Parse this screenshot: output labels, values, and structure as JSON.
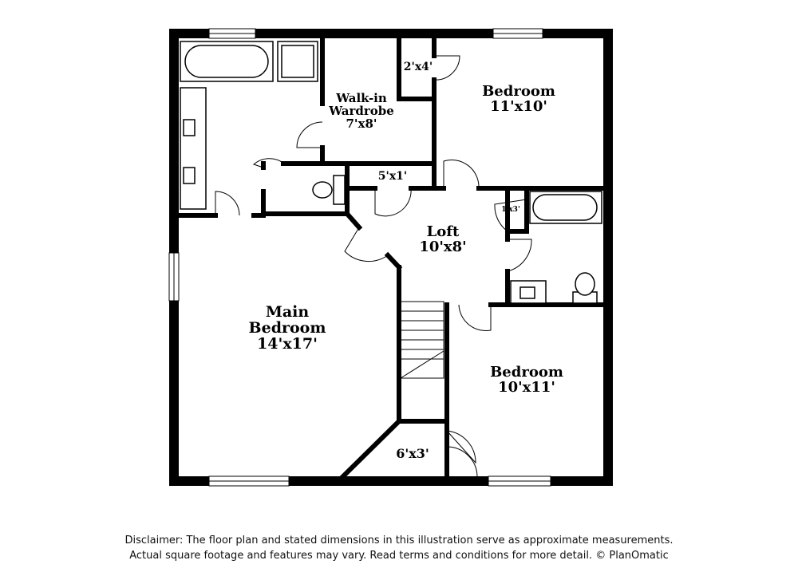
{
  "rooms": {
    "main_bedroom": {
      "name_line1": "Main",
      "name_line2": "Bedroom",
      "size": "14'x17'"
    },
    "bedroom_top": {
      "name": "Bedroom",
      "size": "11'x10'"
    },
    "bedroom_bottom": {
      "name": "Bedroom",
      "size": "10'x11'"
    },
    "loft": {
      "name": "Loft",
      "size": "10'x8'"
    },
    "wardrobe": {
      "name_line1": "Walk-in",
      "name_line2": "Wardrobe",
      "size": "7'x8'"
    },
    "closet_top": {
      "size": "2'x4'"
    },
    "closet_hall": {
      "size": "5'x1'"
    },
    "closet_small": {
      "size": "1'x3'"
    },
    "closet_bottom": {
      "size": "6'x3'"
    }
  },
  "disclaimer": {
    "line1": "Disclaimer: The floor plan and stated dimensions in this illustration serve as approximate measurements.",
    "line2": "Actual square footage and features may vary. Read terms and conditions for more detail. © PlanOmatic"
  }
}
